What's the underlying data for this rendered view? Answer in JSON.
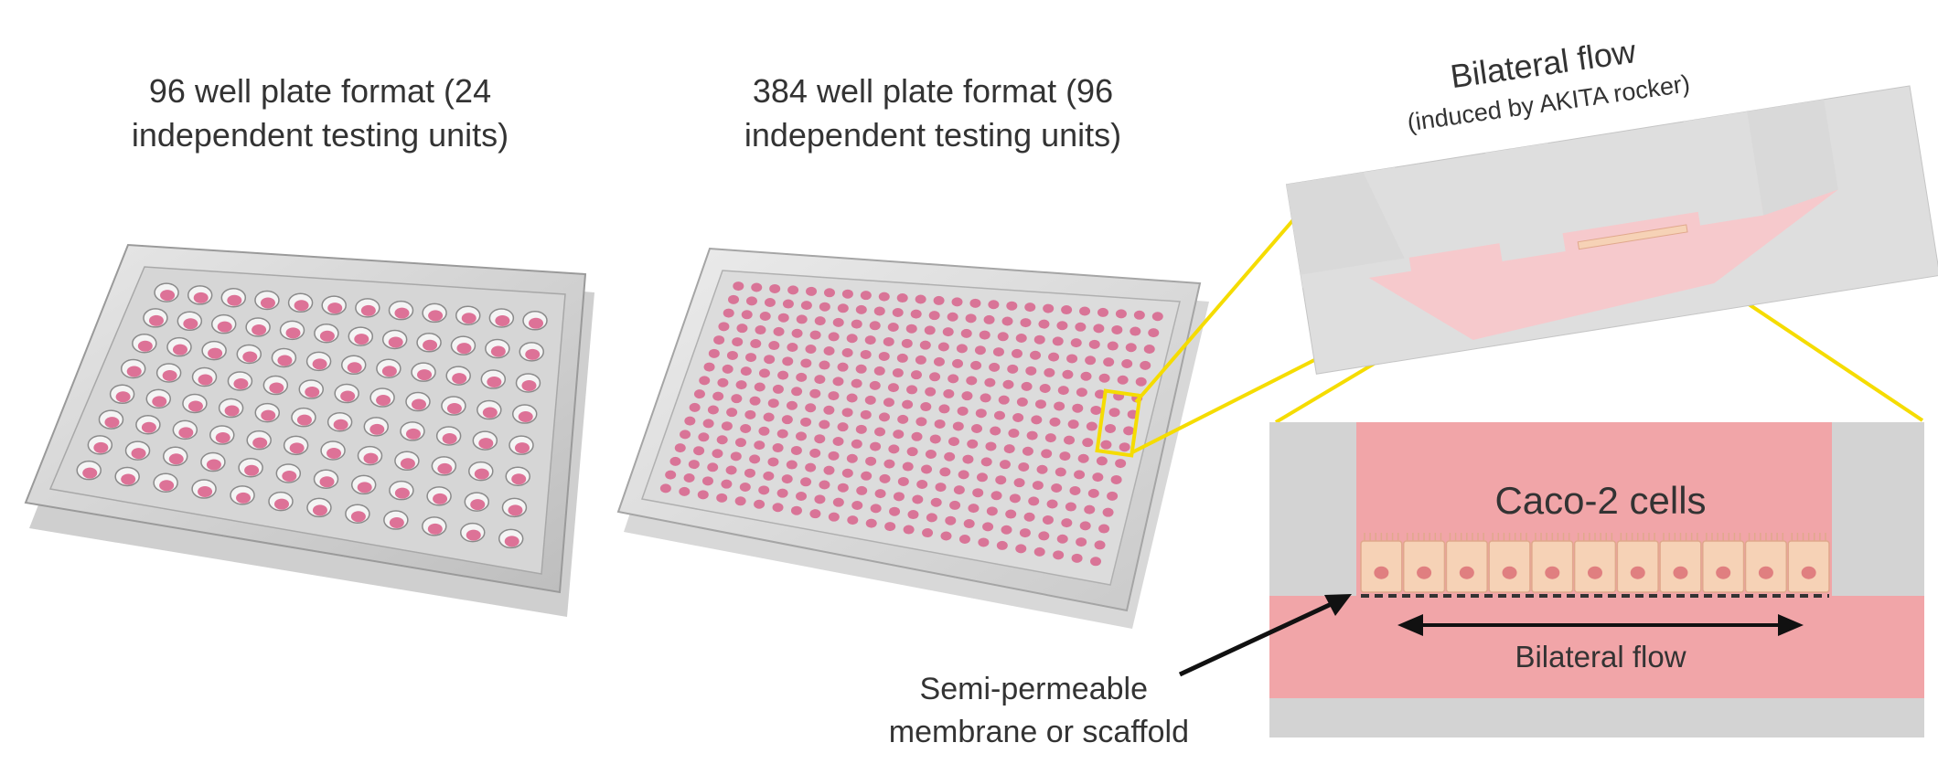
{
  "plate96": {
    "title_line1": "96 well plate format (24",
    "title_line2": "independent testing units)"
  },
  "plate384": {
    "title_line1": "384 well plate format (96",
    "title_line2": "independent testing units)"
  },
  "flow_inset": {
    "title": "Bilateral flow",
    "subtitle": "(induced by AKITA    rocker)"
  },
  "detail": {
    "cells_label": "Caco-2 cells",
    "flow_label": "Bilateral flow"
  },
  "membrane": {
    "label_line1": "Semi-permeable",
    "label_line2": "membrane or scaffold"
  },
  "colors": {
    "highlight": "#f5dc00",
    "medium": "#f1a5a8",
    "cell": "#f6d2b6",
    "nucleus": "#e07f80",
    "well": "#d85a86",
    "plastic": "#d3d3d3"
  }
}
